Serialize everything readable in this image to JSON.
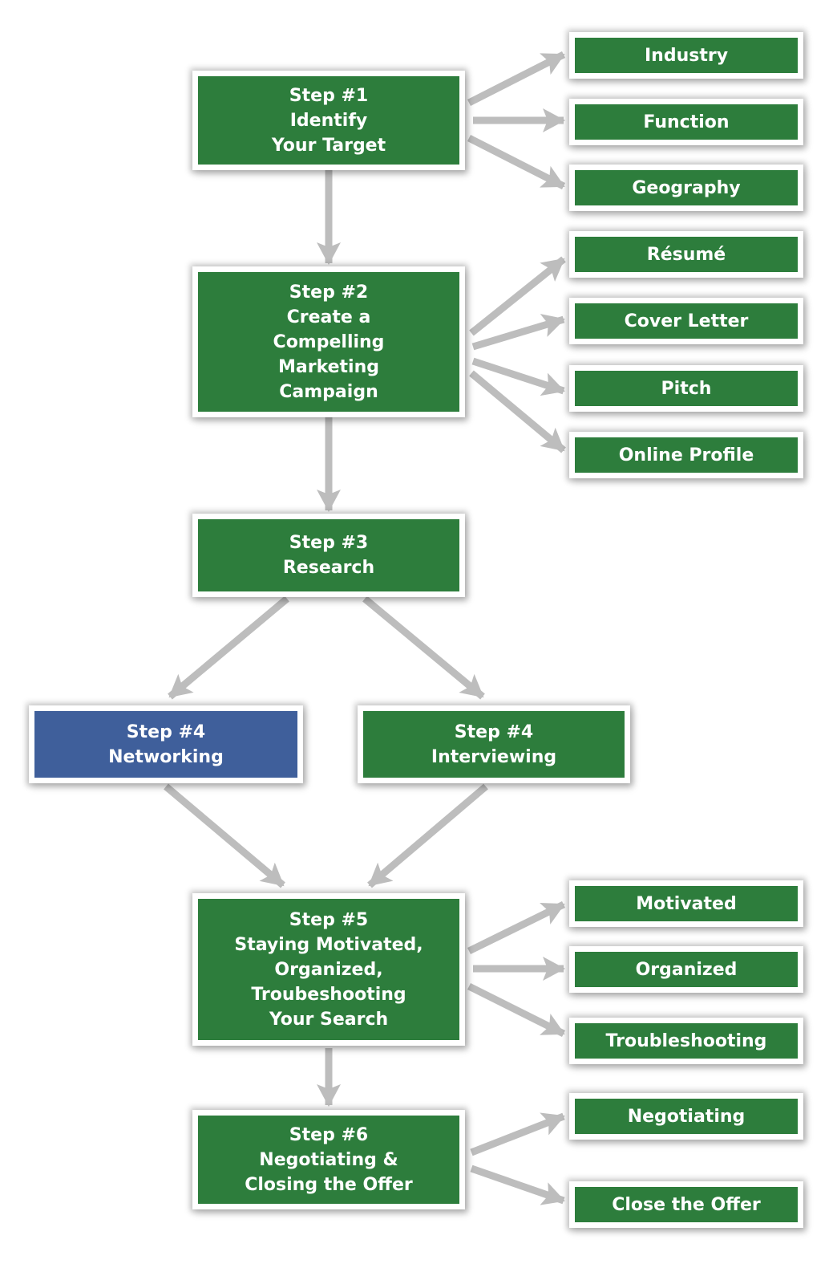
{
  "colors": {
    "step_fill": "#2d7d3c",
    "highlight_fill": "#3f5f9b",
    "arrow": "#bdbdbd",
    "border": "#ffffff"
  },
  "steps": [
    {
      "id": "step1",
      "lines": [
        "Step #1",
        "Identify",
        "Your Target"
      ]
    },
    {
      "id": "step2",
      "lines": [
        "Step #2",
        "Create a",
        "Compelling",
        "Marketing",
        "Campaign"
      ]
    },
    {
      "id": "step3",
      "lines": [
        "Step #3",
        "Research"
      ]
    },
    {
      "id": "step4a",
      "lines": [
        "Step #4",
        "Networking"
      ],
      "highlighted": true
    },
    {
      "id": "step4b",
      "lines": [
        "Step #4",
        "Interviewing"
      ]
    },
    {
      "id": "step5",
      "lines": [
        "Step #5",
        "Staying Motivated,",
        "Organized,",
        "Troubeshooting",
        "Your Search"
      ]
    },
    {
      "id": "step6",
      "lines": [
        "Step #6",
        "Negotiating &",
        "Closing the Offer"
      ]
    }
  ],
  "subitems": {
    "step1": [
      "Industry",
      "Function",
      "Geography"
    ],
    "step2": [
      "Résumé",
      "Cover Letter",
      "Pitch",
      "Online Profile"
    ],
    "step5": [
      "Motivated",
      "Organized",
      "Troubleshooting"
    ],
    "step6": [
      "Negotiating",
      "Close the Offer"
    ]
  }
}
